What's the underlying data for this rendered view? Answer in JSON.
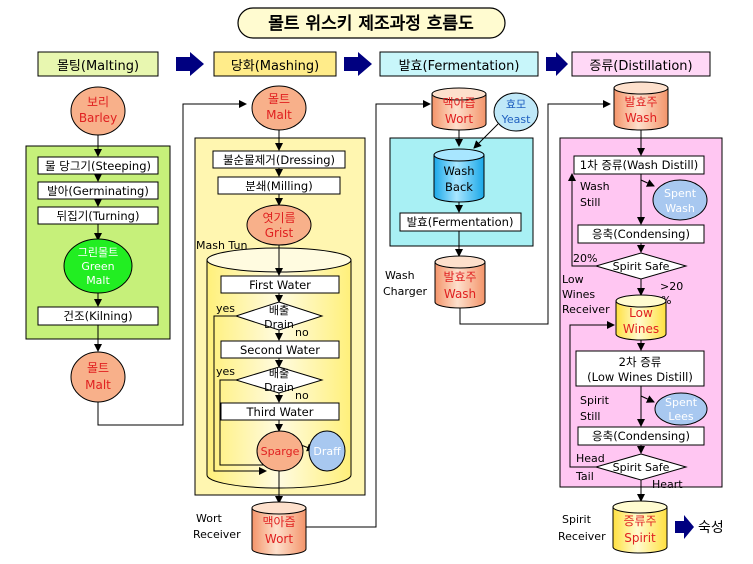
{
  "title": "몰트 위스키 제조과정 흐름도",
  "stages": [
    "몰팅(Malting)",
    "당화(Mashing)",
    "발효(Fermentation)",
    "증류(Distillation)"
  ],
  "malting": {
    "barley": [
      "보리",
      "Barley"
    ],
    "steps": [
      "물 당그기(Steeping)",
      "발아(Germinating)",
      "뒤집기(Turning)",
      "건조(Kilning)"
    ],
    "green_malt": [
      "그린몰트",
      "Green",
      "Malt"
    ],
    "malt_out": [
      "몰트",
      "Malt"
    ]
  },
  "mashing": {
    "malt_in": [
      "몰트",
      "Malt"
    ],
    "steps": [
      "불순물제거(Dressing)",
      "분쇄(Milling)"
    ],
    "grist": [
      "엿기름",
      "Grist"
    ],
    "mash_tun": "Mash Tun",
    "waters": [
      "First Water",
      "Second Water",
      "Third Water"
    ],
    "drain": [
      "배출",
      "Drain"
    ],
    "yes": "yes",
    "no": "no",
    "sparge": "Sparge",
    "draff": "Draff",
    "wort_receiver": [
      "Wort",
      "Receiver"
    ],
    "wort": [
      "맥아즙",
      "Wort"
    ]
  },
  "fermentation": {
    "wort_in": [
      "맥아즙",
      "Wort"
    ],
    "yeast": [
      "효모",
      "Yeast"
    ],
    "wash_back": [
      "Wash",
      "Back"
    ],
    "step": "발효(Fermentation)",
    "wash_charger": [
      "Wash",
      "Charger"
    ],
    "wash": [
      "발효주",
      "Wash"
    ]
  },
  "distillation": {
    "wash_in": [
      "발효주",
      "Wash"
    ],
    "first_distill": "1차 증류(Wash Distill)",
    "wash_still": [
      "Wash",
      "Still"
    ],
    "spent_wash": [
      "Spent",
      "Wash"
    ],
    "condensing1": "응축(Condensing)",
    "spirit_safe": "Spirit Safe",
    "pct_20": "20%",
    "gt_20": ">20",
    "pct": "%",
    "low_wines_receiver": [
      "Low",
      "Wines",
      "Receiver"
    ],
    "low_wines": [
      "Low",
      "Wines"
    ],
    "second_distill": [
      "2차 증류",
      "(Low Wines Distill)"
    ],
    "spirit_still": [
      "Spirit",
      "Still"
    ],
    "spent_lees": [
      "Spent",
      "Lees"
    ],
    "condensing2": "응축(Condensing)",
    "spirit_safe2": "Spirit Safe",
    "head": "Head",
    "tail": "Tail",
    "heart": "Heart",
    "spirit_receiver": [
      "Spirit",
      "Receiver"
    ],
    "spirit": [
      "증류주",
      "Spirit"
    ],
    "maturation": "숙성"
  },
  "colors": {
    "stage_header": "#e8f7b0",
    "malting_panel": "#c6f07a",
    "mashing_panel": "#fff6b0",
    "mash_tun": "#fff176",
    "fermentation_panel": "#a8f0f4",
    "distillation_panel": "#ffc6f2",
    "node_orange": "#f8b08a",
    "node_blue": "#a8c8f0",
    "green_malt": "#22ee22",
    "yellow_node": "#ffee66",
    "arrow_navy": "#000080",
    "red_text": "#e02020"
  }
}
